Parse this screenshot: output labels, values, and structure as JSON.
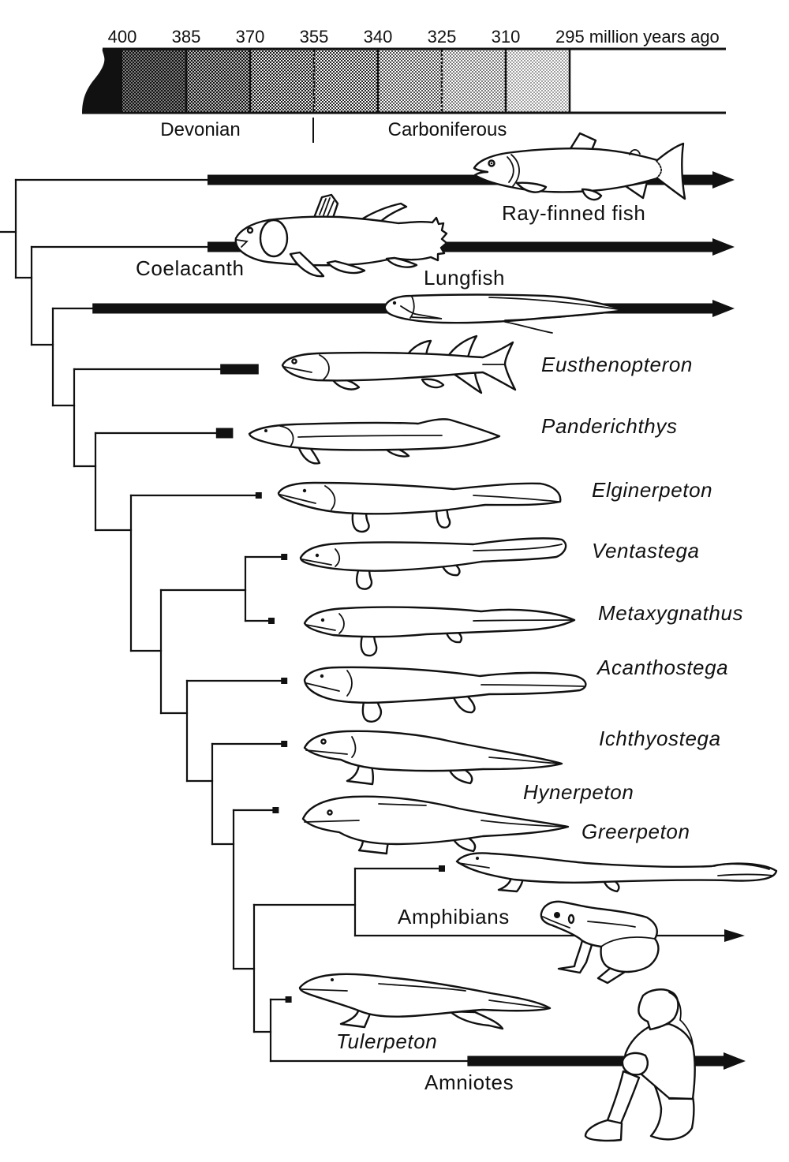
{
  "timescale": {
    "ticks": [
      "400",
      "385",
      "370",
      "355",
      "340",
      "325",
      "310",
      "295"
    ],
    "unit_label": "million years ago",
    "periods": [
      {
        "name": "Devonian"
      },
      {
        "name": "Carboniferous"
      }
    ],
    "period_boundary_mya": 355
  },
  "taxa": [
    {
      "id": "ray_finned_fish",
      "label": "Ray-finned fish",
      "italic": false,
      "illustration": "trout",
      "marker": "bar",
      "first_appearance_mya": 380,
      "extant": true
    },
    {
      "id": "coelacanth",
      "label": "Coelacanth",
      "italic": false,
      "illustration": "coelacanth",
      "marker": "bar",
      "first_appearance_mya": 380,
      "extant": true
    },
    {
      "id": "lungfish",
      "label": "Lungfish",
      "italic": false,
      "illustration": "lungfish",
      "marker": "bar",
      "first_appearance_mya": 407,
      "extant": true
    },
    {
      "id": "eusthenopteron",
      "label": "Eusthenopteron",
      "italic": true,
      "illustration": "lobe-finned fish",
      "marker": "bar",
      "first_appearance_mya": 377,
      "last_appearance_mya": 368,
      "extant": false
    },
    {
      "id": "panderichthys",
      "label": "Panderichthys",
      "italic": true,
      "illustration": "flat-headed lobe-finned fish",
      "marker": "bar",
      "first_appearance_mya": 378,
      "last_appearance_mya": 374,
      "extant": false
    },
    {
      "id": "elginerpeton",
      "label": "Elginerpeton",
      "italic": true,
      "illustration": "early tetrapod",
      "marker": "square",
      "first_appearance_mya": 368,
      "extant": false
    },
    {
      "id": "ventastega",
      "label": "Ventastega",
      "italic": true,
      "illustration": "early tetrapod",
      "marker": "square",
      "first_appearance_mya": 362,
      "extant": false
    },
    {
      "id": "metaxygnathus",
      "label": "Metaxygnathus",
      "italic": true,
      "illustration": "early tetrapod",
      "marker": "square",
      "first_appearance_mya": 365,
      "extant": false
    },
    {
      "id": "acanthostega",
      "label": "Acanthostega",
      "italic": true,
      "illustration": "early tetrapod",
      "marker": "square",
      "first_appearance_mya": 362,
      "extant": false
    },
    {
      "id": "ichthyostega",
      "label": "Ichthyostega",
      "italic": true,
      "illustration": "early tetrapod",
      "marker": "square",
      "first_appearance_mya": 362,
      "extant": false
    },
    {
      "id": "hynerpeton",
      "label": "Hynerpeton",
      "italic": true,
      "illustration": "early tetrapod",
      "marker": "square",
      "first_appearance_mya": 364,
      "extant": false
    },
    {
      "id": "greerpeton",
      "label": "Greerpeton",
      "italic": true,
      "illustration": "long-tailed salamander-like tetrapod",
      "marker": "square",
      "first_appearance_mya": 325,
      "extant": false
    },
    {
      "id": "amphibians",
      "label": "Amphibians",
      "italic": false,
      "illustration": "frog",
      "marker": "line",
      "extant": true
    },
    {
      "id": "tulerpeton",
      "label": "Tulerpeton",
      "italic": true,
      "illustration": "lizard-like tetrapod",
      "marker": "square",
      "first_appearance_mya": 361,
      "extant": false
    },
    {
      "id": "amniotes",
      "label": "Amniotes",
      "italic": false,
      "illustration": "seated human",
      "marker": "bar",
      "first_appearance_mya": 319,
      "extant": true
    }
  ],
  "tree": {
    "id": "N0",
    "children": [
      {
        "taxon": "ray_finned_fish"
      },
      {
        "id": "N1",
        "children": [
          {
            "taxon": "coelacanth"
          },
          {
            "id": "N2",
            "children": [
              {
                "taxon": "lungfish"
              },
              {
                "id": "N3",
                "children": [
                  {
                    "taxon": "eusthenopteron"
                  },
                  {
                    "id": "N4",
                    "children": [
                      {
                        "taxon": "panderichthys"
                      },
                      {
                        "id": "N5",
                        "children": [
                          {
                            "taxon": "elginerpeton"
                          },
                          {
                            "id": "N6",
                            "children": [
                              {
                                "id": "N7",
                                "children": [
                                  {
                                    "taxon": "ventastega"
                                  },
                                  {
                                    "taxon": "metaxygnathus"
                                  }
                                ]
                              },
                              {
                                "id": "N8",
                                "children": [
                                  {
                                    "taxon": "acanthostega"
                                  },
                                  {
                                    "id": "N9",
                                    "children": [
                                      {
                                        "taxon": "ichthyostega"
                                      },
                                      {
                                        "id": "N10",
                                        "children": [
                                          {
                                            "taxon": "hynerpeton"
                                          },
                                          {
                                            "id": "N11",
                                            "children": [
                                              {
                                                "id": "N12",
                                                "children": [
                                                  {
                                                    "taxon": "greerpeton"
                                                  },
                                                  {
                                                    "taxon": "amphibians"
                                                  }
                                                ]
                                              },
                                              {
                                                "id": "N13",
                                                "children": [
                                                  {
                                                    "taxon": "tulerpeton"
                                                  },
                                                  {
                                                    "taxon": "amniotes"
                                                  }
                                                ]
                                              }
                                            ]
                                          }
                                        ]
                                      }
                                    ]
                                  }
                                ]
                              }
                            ]
                          }
                        ]
                      }
                    ]
                  }
                ]
              }
            ]
          }
        ]
      }
    ]
  }
}
